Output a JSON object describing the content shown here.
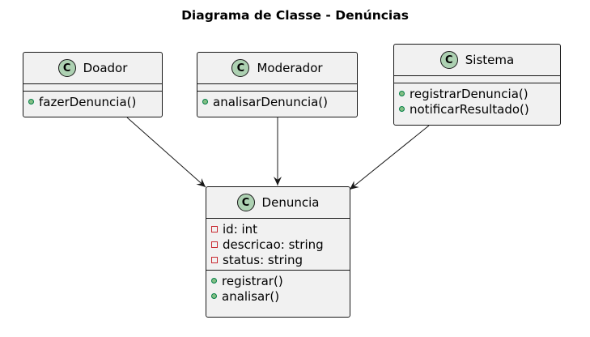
{
  "diagram": {
    "title": "Diagrama de Classe - Denúncias",
    "classes": {
      "doador": {
        "badge": "C",
        "name": "Doador",
        "methods": [
          "fazerDenuncia()"
        ]
      },
      "moderador": {
        "badge": "C",
        "name": "Moderador",
        "methods": [
          "analisarDenuncia()"
        ]
      },
      "sistema": {
        "badge": "C",
        "name": "Sistema",
        "methods": [
          "registrarDenuncia()",
          "notificarResultado()"
        ]
      },
      "denuncia": {
        "badge": "C",
        "name": "Denuncia",
        "attributes": [
          "id: int",
          "descricao: string",
          "status: string"
        ],
        "methods": [
          "registrar()",
          "analisar()"
        ]
      }
    },
    "relations": [
      {
        "from": "Doador",
        "to": "Denuncia"
      },
      {
        "from": "Moderador",
        "to": "Denuncia"
      },
      {
        "from": "Sistema",
        "to": "Denuncia"
      }
    ],
    "colors": {
      "class_fill": "#f1f1f1",
      "border": "#181818",
      "badge_fill": "#add1b2",
      "public_marker": "#84be84",
      "private_marker": "#c82930"
    }
  }
}
